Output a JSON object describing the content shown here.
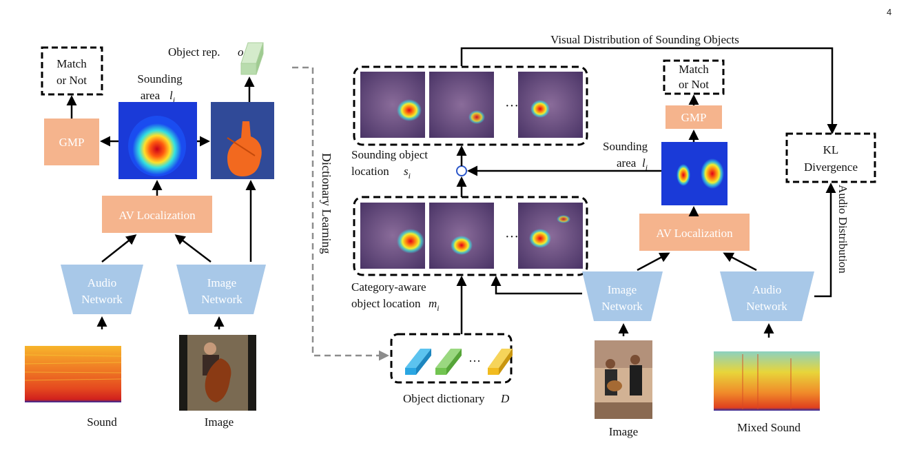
{
  "page_number": "4",
  "left_panel": {
    "match_label_1": "Match",
    "match_label_2": "or Not",
    "gmp_label": "GMP",
    "sounding_area_1": "Sounding",
    "sounding_area_2": "area",
    "sounding_area_sym": "l",
    "object_rep_text": "Object rep.",
    "object_rep_sym": "o",
    "av_localization_label": "AV Localization",
    "audio_network_1": "Audio",
    "audio_network_2": "Network",
    "image_network_1": "Image",
    "image_network_2": "Network",
    "sound_caption": "Sound",
    "image_caption": "Image"
  },
  "dictionary_learning_label": "Dictionary Learning",
  "right_panel": {
    "visual_distribution_label": "Visual Distribution of Sounding Objects",
    "match_label_1": "Match",
    "match_label_2": "or Not",
    "gmp_label": "GMP",
    "sounding_object_1": "Sounding object",
    "sounding_object_2": "location",
    "sounding_object_sym": "s",
    "sounding_area_1": "Sounding",
    "sounding_area_2": "area",
    "sounding_area_sym": "l",
    "kl_1": "KL",
    "kl_2": "Divergence",
    "audio_distribution_label": "Audio Distribution",
    "av_localization_label": "AV Localization",
    "category_aware_1": "Category-aware",
    "category_aware_2": "object location",
    "category_aware_sym": "m",
    "image_network_1": "Image",
    "image_network_2": "Network",
    "audio_network_1": "Audio",
    "audio_network_2": "Network",
    "ellipsis_top": "···",
    "ellipsis_mid": "···",
    "dictionary_ellipsis": "···",
    "object_dictionary_label": "Object dictionary",
    "object_dictionary_sym": "D",
    "image_caption": "Image",
    "mixed_sound_caption": "Mixed Sound"
  },
  "subscript_i": "i",
  "colors": {
    "orange_box": "#f5b48d",
    "blue_network": "#a8c8e8",
    "object_rep_green": "#b9dcae",
    "dict_blue": "#2aa6e2",
    "dict_green": "#72c451",
    "dict_yellow": "#f1bb1f",
    "arrow": "#000000",
    "dashed_gray": "#8c8c8c"
  }
}
